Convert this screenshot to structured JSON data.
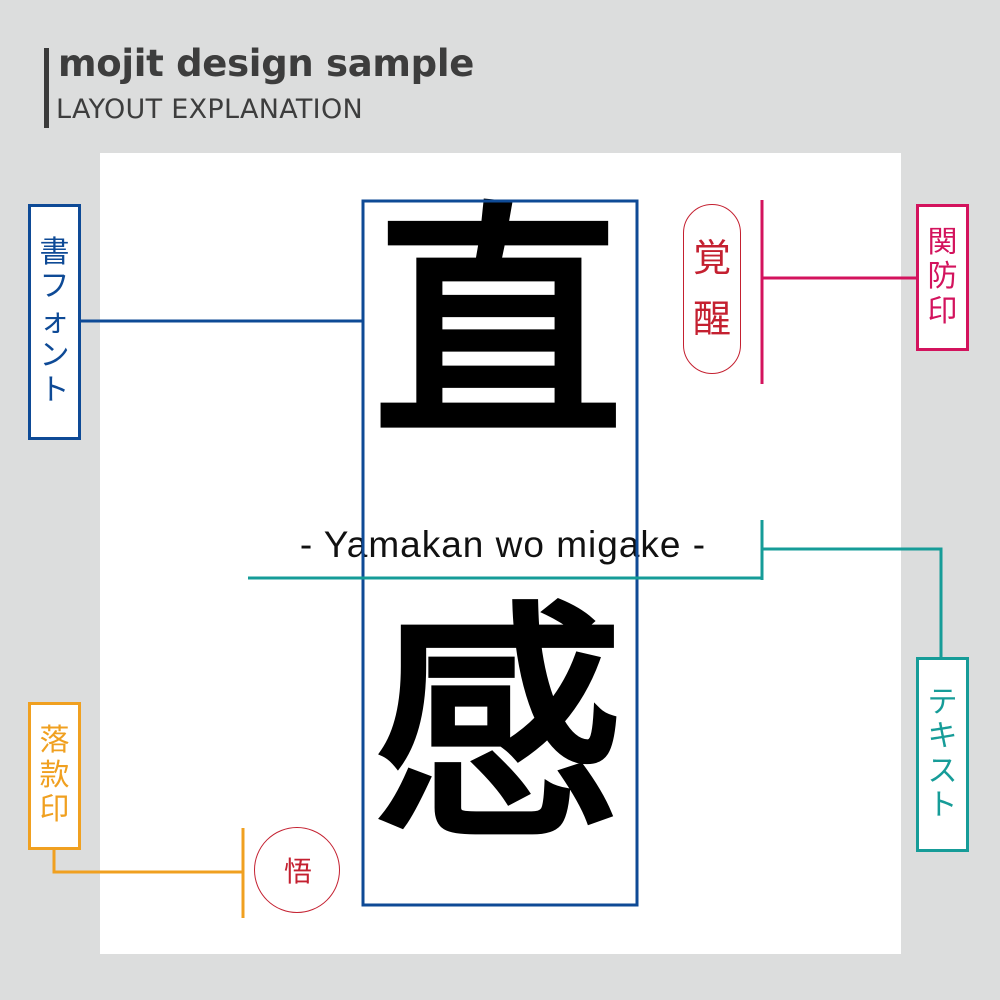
{
  "header": {
    "title": "mojit design sample",
    "subtitle": "LAYOUT EXPLANATION"
  },
  "labels": {
    "shofont": [
      "書",
      "フ",
      "ォ",
      "ン",
      "ト"
    ],
    "kanbou": [
      "関",
      "防",
      "印"
    ],
    "rakkan": [
      "落",
      "款",
      "印"
    ],
    "text": [
      "テ",
      "キ",
      "ス",
      "ト"
    ]
  },
  "artwork": {
    "calligraphy": [
      "直",
      "感"
    ],
    "phrase": "- Yamakan wo migake -",
    "kanbou_seal": [
      "覚",
      "醒"
    ],
    "rakkan_seal": "悟"
  },
  "colors": {
    "shofont": "#0e4a96",
    "kanbou": "#d3135d",
    "rakkan": "#f0a020",
    "text": "#169c98",
    "seal_ink": "#c42030",
    "background": "#dcdddd",
    "canvas": "#ffffff"
  }
}
